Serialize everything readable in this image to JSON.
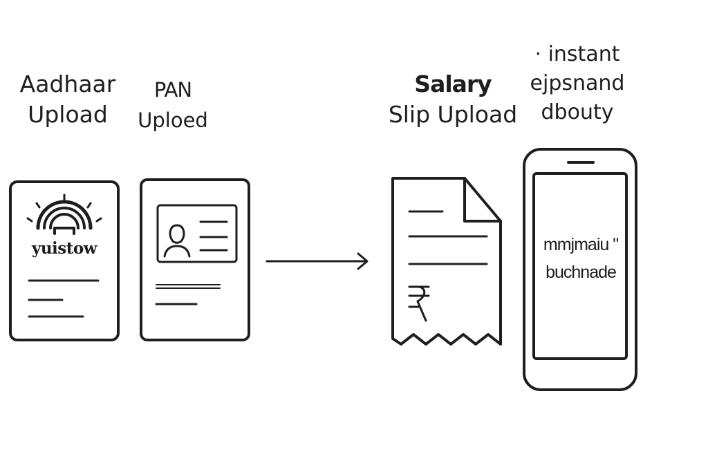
{
  "labels": {
    "aadhaar": [
      "Aadhaar",
      "Upload"
    ],
    "pan": [
      "PAN",
      "Uploed"
    ],
    "salary": [
      "Salary",
      "Slip Upload"
    ],
    "instant": [
      "· instant",
      "ejpsnand",
      "dbouty"
    ]
  },
  "aadhaar_card": {
    "text": "yuistow"
  },
  "phone_screen": {
    "lines": [
      "mmjmaiu \"",
      "buchnade"
    ]
  },
  "icons": {
    "aadhaar": "aadhaar-card-icon",
    "pan": "pan-card-icon",
    "arrow": "right-arrow-icon",
    "salary": "salary-slip-icon",
    "phone": "smartphone-icon"
  }
}
